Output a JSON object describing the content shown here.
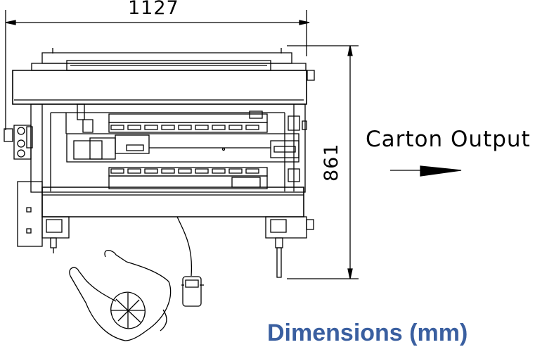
{
  "drawing": {
    "width_dimension": "1127",
    "depth_dimension": "861",
    "output_label": "Carton Output",
    "footer_title": "Dimensions (mm)"
  },
  "colors": {
    "line": "#000000",
    "background": "#ffffff",
    "title": "#3a5fa0"
  }
}
